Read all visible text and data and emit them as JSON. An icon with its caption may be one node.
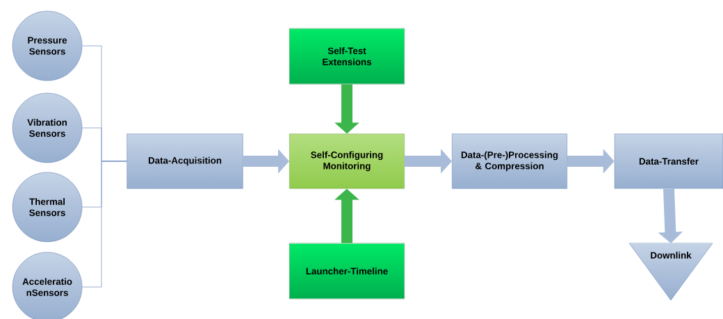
{
  "diagram": {
    "nodes": [
      {
        "text": [
          "Pressure Sensors"
        ]
      },
      {
        "text": [
          "Vibration Sensors"
        ]
      },
      {
        "text": [
          "Thermal Sensors"
        ]
      },
      {
        "text": [
          "Acceleratio nSensors"
        ]
      },
      {
        "text": [
          "Data-Acquisition"
        ]
      },
      {
        "text": [
          "Self-Test Extensions"
        ]
      },
      {
        "text": [
          "Self-Configuring Monitoring"
        ]
      },
      {
        "text": [
          "Launcher-Timeline"
        ]
      },
      {
        "text": [
          "Data-(Pre-)Processing & Compression"
        ]
      },
      {
        "text": [
          "Data-Transfer"
        ]
      },
      {
        "text": [
          "Downlink"
        ]
      }
    ],
    "edges": [
      {
        "from": 0,
        "to": 4,
        "arrow": "none"
      },
      {
        "from": 1,
        "to": 4,
        "arrow": "none"
      },
      {
        "from": 2,
        "to": 4,
        "arrow": "none"
      },
      {
        "from": 3,
        "to": 4,
        "arrow": "none"
      },
      {
        "from": 4,
        "to": 6,
        "arrow": "to"
      },
      {
        "from": 5,
        "to": 6,
        "arrow": "to",
        "color": "#3cb54a"
      },
      {
        "from": 7,
        "to": 6,
        "arrow": "to",
        "color": "#3cb54a"
      },
      {
        "from": 6,
        "to": 8,
        "arrow": "to"
      },
      {
        "from": 8,
        "to": 9,
        "arrow": "to"
      },
      {
        "from": 9,
        "to": 10,
        "arrow": "to"
      }
    ]
  }
}
